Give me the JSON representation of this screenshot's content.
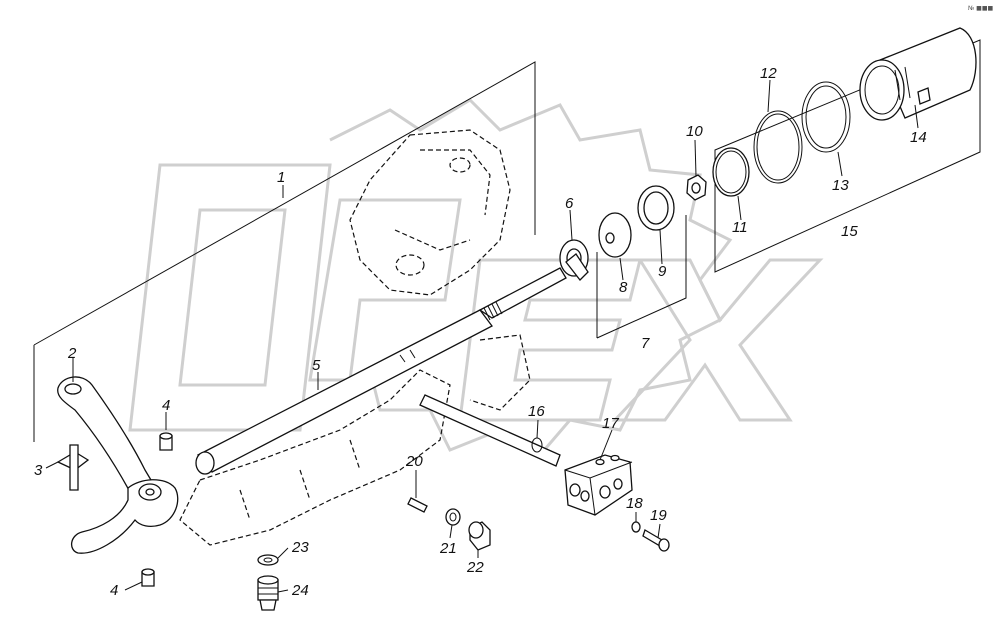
{
  "corner_mark": "№ ■■■",
  "labels": {
    "p1": "1",
    "p2": "2",
    "p3": "3",
    "p4a": "4",
    "p4b": "4",
    "p5": "5",
    "p6": "6",
    "p7": "7",
    "p8": "8",
    "p9": "9",
    "p10": "10",
    "p11": "11",
    "p12": "12",
    "p13": "13",
    "p14": "14",
    "p15": "15",
    "p16": "16",
    "p17": "17",
    "p18": "18",
    "p19": "19",
    "p20": "20",
    "p21": "21",
    "p22": "22",
    "p23": "23",
    "p24": "24"
  }
}
